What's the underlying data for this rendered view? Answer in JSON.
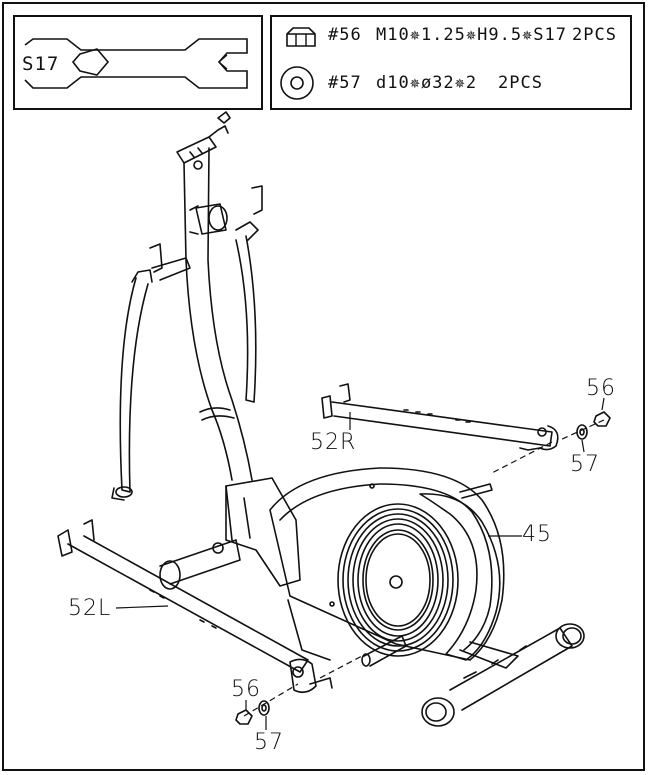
{
  "wrench": {
    "size_label": "S17"
  },
  "parts": [
    {
      "icon": "nut-icon",
      "number": "#56",
      "spec": "M10✵1.25✵H9.5✵S17",
      "qty": "2PCS"
    },
    {
      "icon": "washer-icon",
      "number": "#57",
      "spec": "d10✵ø32✵2",
      "qty": "2PCS"
    }
  ],
  "callouts": {
    "rear_nut": "56",
    "rear_washer": "57",
    "rear_stabilizer": "52R",
    "main_frame": "45",
    "front_stabilizer": "52L",
    "front_nut": "56",
    "front_washer": "57"
  },
  "colors": {
    "line": "#111111",
    "background": "#ffffff"
  }
}
